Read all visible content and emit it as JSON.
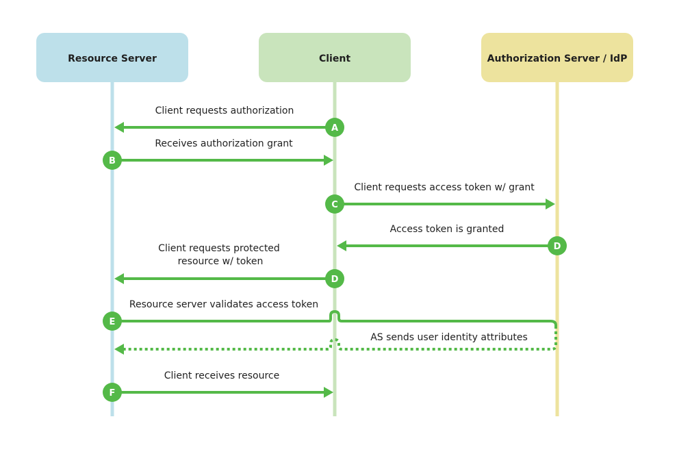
{
  "actors": [
    {
      "name": "Resource Server",
      "color": "#bde0ea",
      "line_color": "#bde0ea"
    },
    {
      "name": "Client",
      "color": "#c9e4bc",
      "line_color": "#c9e4bc"
    },
    {
      "name": "Authorization Server / IdP",
      "color": "#ede39e",
      "line_color": "#ede39e"
    }
  ],
  "accent_color": "#54b948",
  "messages": [
    {
      "step": "A",
      "text": "Client requests authorization"
    },
    {
      "step": "B",
      "text": "Receives authorization grant"
    },
    {
      "step": "C",
      "text": "Client requests access token w/ grant"
    },
    {
      "step": "D",
      "text": "Access token is granted"
    },
    {
      "step": "D",
      "text_line1": "Client requests protected",
      "text_line2": "resource w/ token"
    },
    {
      "step": "E",
      "text": "Resource server validates access token"
    },
    {
      "text": "AS sends user identity attributes"
    },
    {
      "step": "F",
      "text": "Client receives resource"
    }
  ]
}
